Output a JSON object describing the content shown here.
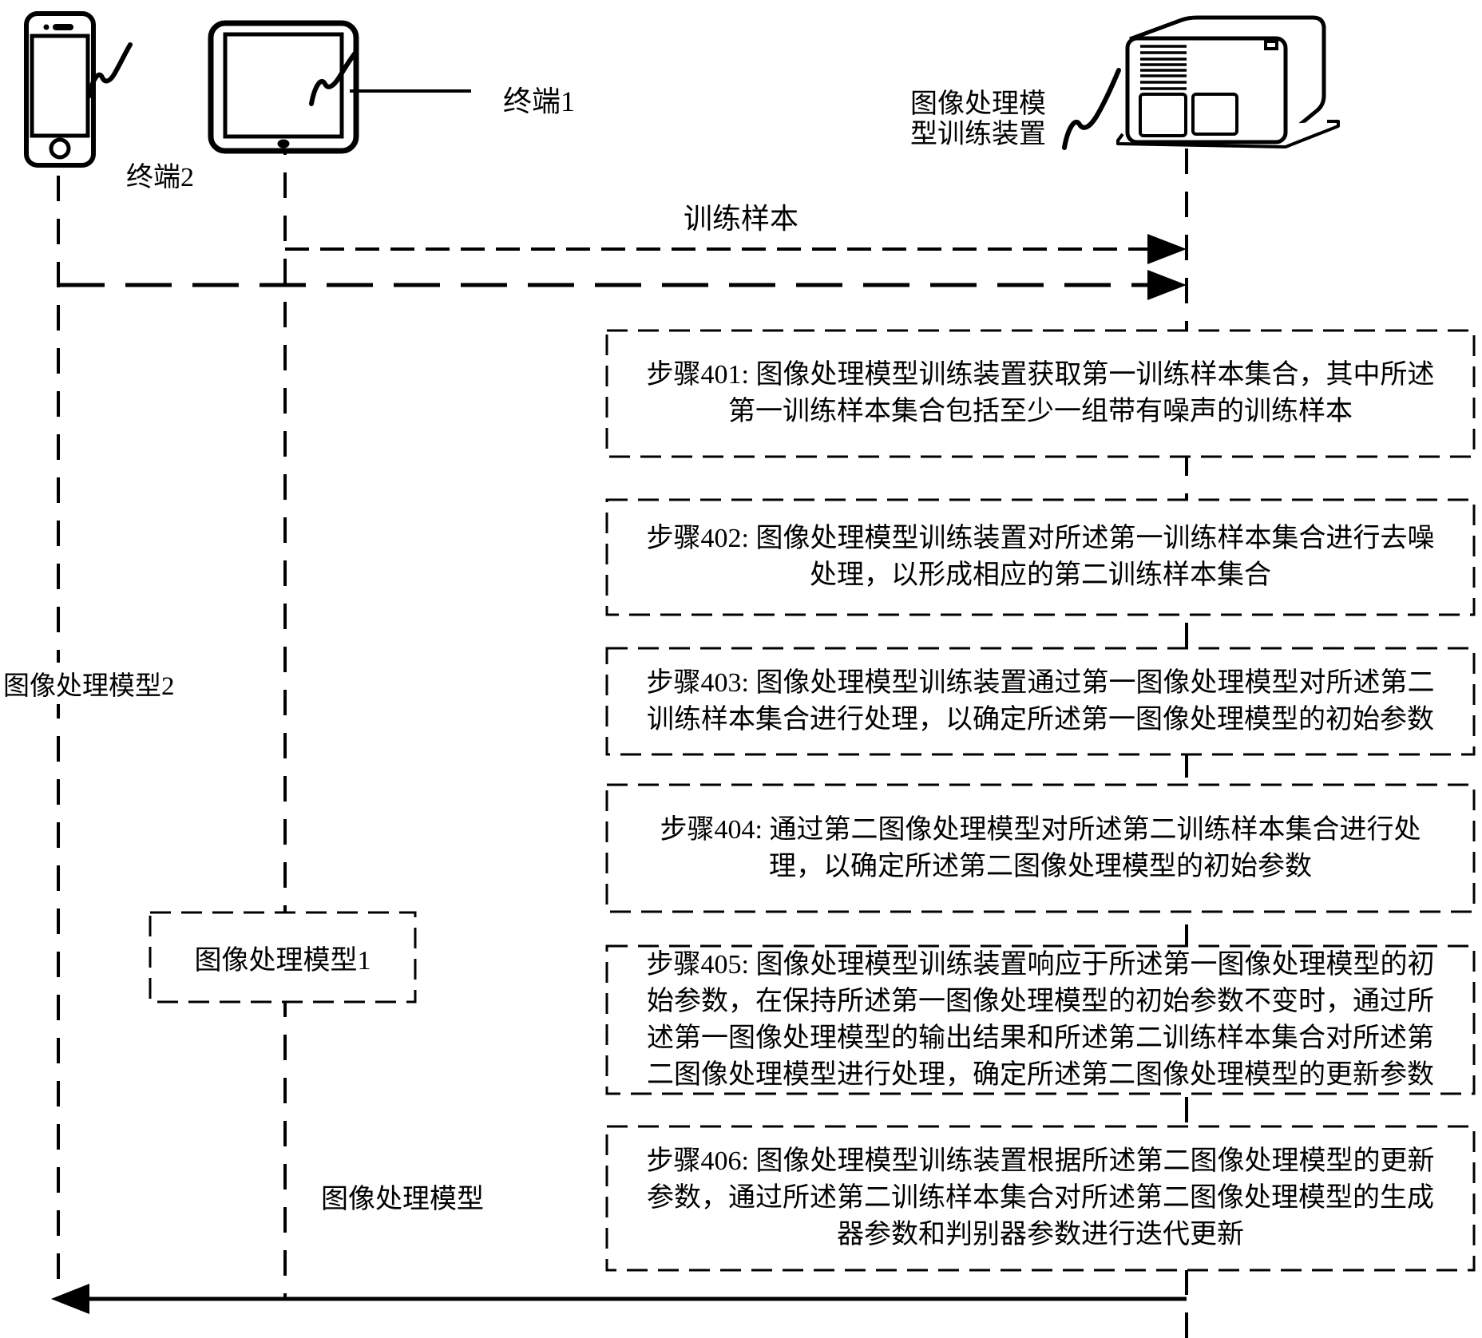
{
  "palette": {
    "ink": "#000000",
    "background": "#ffffff"
  },
  "nodes": {
    "terminal_2": {
      "label": "终端2",
      "icon": "smartphone-icon"
    },
    "terminal_1": {
      "label": "终端1",
      "icon": "tablet-icon"
    },
    "trainer": {
      "label_line1": "图像处理模",
      "label_line2": "型训练装置",
      "icon": "server-icon"
    }
  },
  "messages": {
    "training_sample_label": "训练样本"
  },
  "annotations": {
    "model_2": "图像处理模型2",
    "model_1": "图像处理模型1",
    "model_output": "图像处理模型"
  },
  "steps": [
    {
      "id": "401",
      "text": "步骤401: 图像处理模型训练装置获取第一训练样本集合，其中所述第一训练样本集合包括至少一组带有噪声的训练样本"
    },
    {
      "id": "402",
      "text": "步骤402: 图像处理模型训练装置对所述第一训练样本集合进行去噪处理，以形成相应的第二训练样本集合"
    },
    {
      "id": "403",
      "text": "步骤403: 图像处理模型训练装置通过第一图像处理模型对所述第二训练样本集合进行处理，以确定所述第一图像处理模型的初始参数"
    },
    {
      "id": "404",
      "text": "步骤404: 通过第二图像处理模型对所述第二训练样本集合进行处理，以确定所述第二图像处理模型的初始参数"
    },
    {
      "id": "405",
      "text": "步骤405: 图像处理模型训练装置响应于所述第一图像处理模型的初始参数，在保持所述第一图像处理模型的初始参数不变时，通过所述第一图像处理模型的输出结果和所述第二训练样本集合对所述第二图像处理模型进行处理，确定所述第二图像处理模型的更新参数"
    },
    {
      "id": "406",
      "text": "步骤406: 图像处理模型训练装置根据所述第二图像处理模型的更新参数，通过所述第二训练样本集合对所述第二图像处理模型的生成器参数和判别器参数进行迭代更新"
    }
  ]
}
